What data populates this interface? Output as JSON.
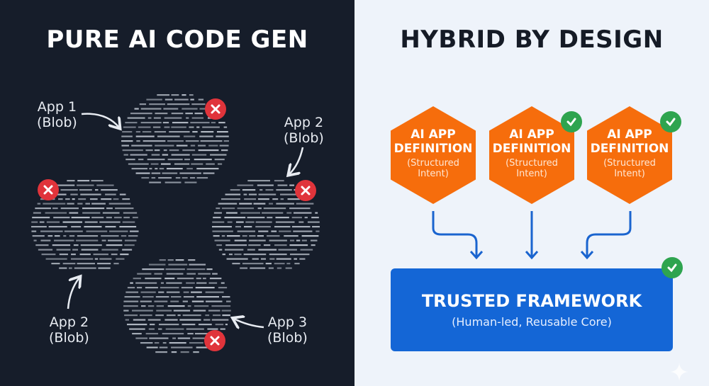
{
  "left": {
    "title": "PURE AI CODE GEN",
    "labels": [
      {
        "line1": "App 1",
        "line2": "(Blob)"
      },
      {
        "line1": "App 2",
        "line2": "(Blob)"
      },
      {
        "line1": "App 2",
        "line2": "(Blob)"
      },
      {
        "line1": "App 3",
        "line2": "(Blob)"
      }
    ],
    "status_icon": "x-circle-icon"
  },
  "right": {
    "title": "HYBRID BY DESIGN",
    "definitions": [
      {
        "title": "AI APP DEFINITION",
        "subtitle": "(Structured Intent)"
      },
      {
        "title": "AI APP DEFINITION",
        "subtitle": "(Structured Intent)"
      },
      {
        "title": "AI APP DEFINITION",
        "subtitle": "(Structured Intent)"
      }
    ],
    "framework": {
      "title": "TRUSTED FRAMEWORK",
      "subtitle": "(Human-led, Reusable Core)"
    },
    "status_icon": "check-circle-icon"
  },
  "colors": {
    "dark_bg": "#161d2a",
    "light_bg": "#eef3fa",
    "hex": "#f66d0c",
    "framework": "#1466d6",
    "check": "#2ea44f",
    "error": "#e0343b",
    "arrow": "#1a64cf"
  }
}
